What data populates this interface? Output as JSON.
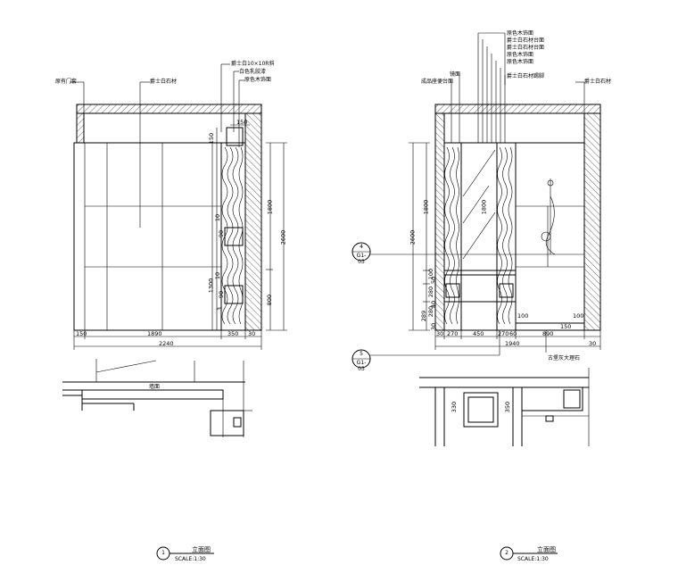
{
  "elevation1": {
    "number": "1",
    "title": "立面图",
    "scale": "SCALE:1:30",
    "callouts": {
      "door": "原有门套",
      "stone": "爵士白石材",
      "shelf_top": "爵士白10×10R斜",
      "mirror": "白色乳胶漆",
      "wood": "原色木饰面"
    },
    "dims_h": [
      "150",
      "1890",
      "350",
      "30"
    ],
    "dim_total": "2240",
    "dim_top": "150",
    "dims_v_right": [
      "1800",
      "800"
    ],
    "dim_v_total": "2600",
    "dims_v_inner": [
      "150",
      "10",
      "90",
      "1300",
      "10",
      "90",
      "3"
    ],
    "plan_label": "墙面"
  },
  "elevation2": {
    "number": "2",
    "title": "立面图",
    "scale": "SCALE:1:30",
    "callouts_top": [
      "原色木饰面",
      "爵士白石材台面",
      "爵士白石材台面",
      "原色木饰面",
      "原色木饰面",
      "爵士白石材踢脚"
    ],
    "callout_left_a": "镜面",
    "callout_left_b": "成品座便台面",
    "callout_right": "爵士白石材",
    "callout_drain": "古堡灰大理石",
    "section_a": {
      "num": "4",
      "ref": "G1-03"
    },
    "section_b": {
      "num": "5",
      "ref": "G1-03"
    },
    "dims_h": [
      "30",
      "270",
      "450",
      "270",
      "60",
      "890",
      "30"
    ],
    "dim_total": "1940",
    "dims_v_left": [
      "2600",
      "1800",
      "100",
      "50",
      "280",
      "40",
      "280",
      "289",
      "30"
    ],
    "dim_inner": "1800",
    "dim_100a": "100",
    "dim_100b": "100",
    "dim_150": "150",
    "plan_dim_a": "330",
    "plan_dim_b": "350"
  }
}
